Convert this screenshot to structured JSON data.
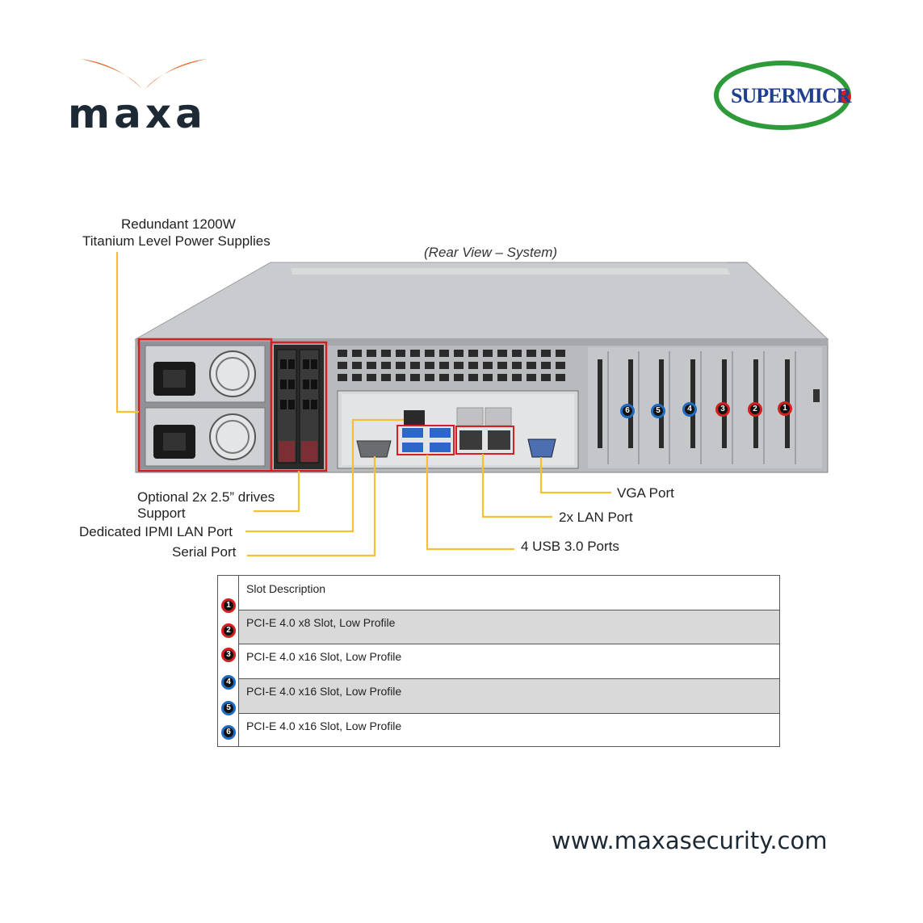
{
  "brand": {
    "name": "maxa",
    "partner": "SUPERMICR",
    "website": "www.maxasecurity.com"
  },
  "diagram": {
    "caption": "(Rear View – System)",
    "callouts": {
      "psu_line1": "Redundant  1200W",
      "psu_line2": "Titanium  Level Power Supplies",
      "drives_line1": "Optional  2x 2.5” drives",
      "drives_line2": "Support",
      "ipmi": "Dedicated IPMI  LAN Port",
      "serial": "Serial Port",
      "usb": "4 USB 3.0 Ports",
      "lan": "2x LAN Port",
      "vga": "VGA Port"
    },
    "slot_numbers": [
      "6",
      "5",
      "4",
      "3",
      "2",
      "1"
    ]
  },
  "slot_table": {
    "header": "Slot Description",
    "rows": [
      "PCI-E  4.0  x8 Slot,  Low  Profile",
      "PCI-E  4.0  x16  Slot,  Low  Profile",
      "PCI-E  4.0  x16  Slot,  Low  Profile",
      "PCI-E  4.0  x16  Slot,  Low  Profile"
    ],
    "badges": [
      "1",
      "2",
      "3",
      "4",
      "5",
      "6"
    ]
  },
  "colors": {
    "accent_orange": "#e26a2c",
    "callout_yellow": "#f2c230",
    "highlight_red": "#d42020",
    "slot_blue": "#1f6bc0",
    "slot_red": "#d42020",
    "logo_green": "#2e9a3a"
  }
}
